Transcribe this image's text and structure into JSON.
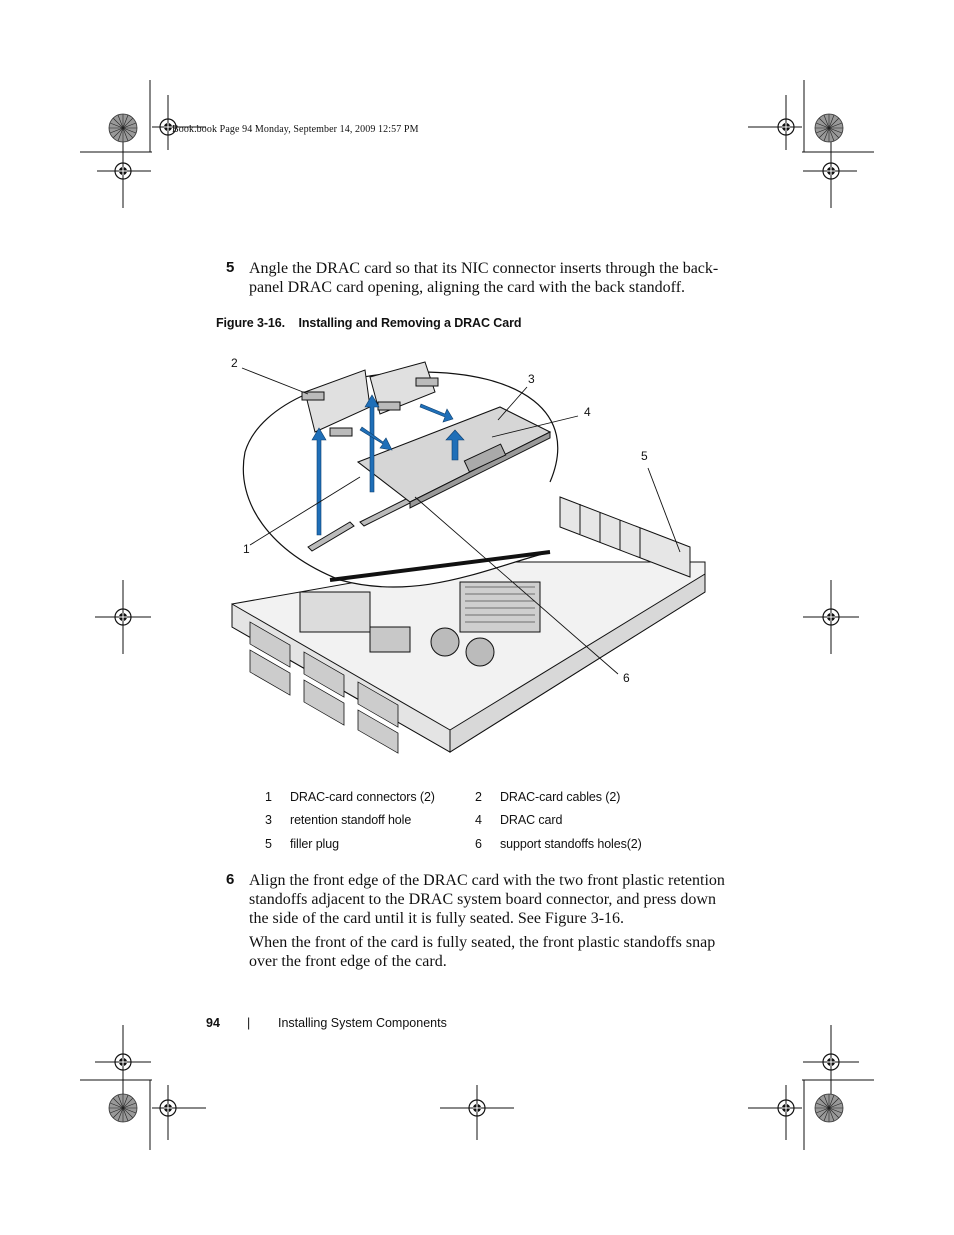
{
  "header": {
    "print_info": "Book.book  Page 94  Monday, September 14, 2009  12:57 PM"
  },
  "step5": {
    "number": "5",
    "line1": "Angle the DRAC card so that its NIC connector inserts through the back-",
    "line2": "panel DRAC card opening, aligning the card with the back standoff."
  },
  "figure": {
    "caption": "Figure 3-16.    Installing and Removing a DRAC Card",
    "callouts": [
      "1",
      "2",
      "3",
      "4",
      "5",
      "6"
    ]
  },
  "legend": [
    {
      "num": "1",
      "label": "DRAC-card connectors (2)",
      "num2": "2",
      "label2": "DRAC-card cables (2)"
    },
    {
      "num": "3",
      "label": "retention standoff hole",
      "num2": "4",
      "label2": "DRAC card"
    },
    {
      "num": "5",
      "label": "filler plug",
      "num2": "6",
      "label2": "support standoffs holes(2)"
    }
  ],
  "step6": {
    "number": "6",
    "line1": "Align the front edge of the DRAC card with the two front plastic retention",
    "line2": "standoffs adjacent to the DRAC system board connector, and press down",
    "line3": "the side of the card until it is fully seated. See Figure 3-16.",
    "para2_line1": "When the front of the card is fully seated, the front plastic standoffs snap",
    "para2_line2": "over the front edge of the card."
  },
  "footer": {
    "page_number": "94",
    "separator": "|",
    "section": "Installing System Components"
  },
  "colors": {
    "arrow_blue": "#1f6fb8",
    "line": "#111111"
  }
}
